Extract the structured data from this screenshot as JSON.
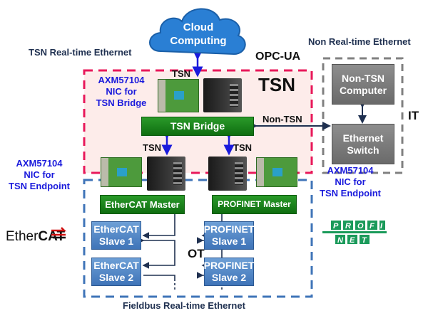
{
  "cloud": {
    "line1": "Cloud",
    "line2": "Computing"
  },
  "labels": {
    "tsn_realtime": "TSN Real-time Ethernet",
    "opc_ua": "OPC-UA",
    "non_realtime": "Non Real-time Ethernet",
    "tsn_big": "TSN",
    "it": "IT",
    "ot": "OT",
    "non_tsn": "Non-TSN",
    "tsn_top": "TSN",
    "tsn_left": "TSN",
    "tsn_right": "TSN",
    "fieldbus": "Fieldbus Real-time Ethernet"
  },
  "nic_bridge": {
    "line1": "AXM57104",
    "line2": "NIC for",
    "line3": "TSN Bridge"
  },
  "nic_endpoint_left": {
    "line1": "AXM57104",
    "line2": "NIC for",
    "line3": "TSN Endpoint"
  },
  "nic_endpoint_right": {
    "line1": "AXM57104",
    "line2": "NIC for",
    "line3": "TSN Endpoint"
  },
  "boxes": {
    "tsn_bridge": "TSN Bridge",
    "non_tsn_computer": {
      "line1": "Non-TSN",
      "line2": "Computer"
    },
    "ethernet_switch": {
      "line1": "Ethernet",
      "line2": "Switch"
    },
    "ethercat_master": "EtherCAT Master",
    "profinet_master": "PROFINET Master",
    "ethercat_slave1": {
      "line1": "EtherCAT",
      "line2": "Slave 1"
    },
    "ethercat_slave2": {
      "line1": "EtherCAT",
      "line2": "Slave 2"
    },
    "profinet_slave1": {
      "line1": "PROFINET",
      "line2": "Slave 1"
    },
    "profinet_slave2": {
      "line1": "PROFINET",
      "line2": "Slave 2"
    }
  },
  "logos": {
    "ethercat": "EtherCAT",
    "profinet": "PROFINET"
  },
  "colors": {
    "tsn_zone": "#e8185a",
    "it_zone": "#808080",
    "ot_zone": "#3f74b8",
    "green": "#1a8a1a",
    "slave": "#5b8fd0"
  }
}
